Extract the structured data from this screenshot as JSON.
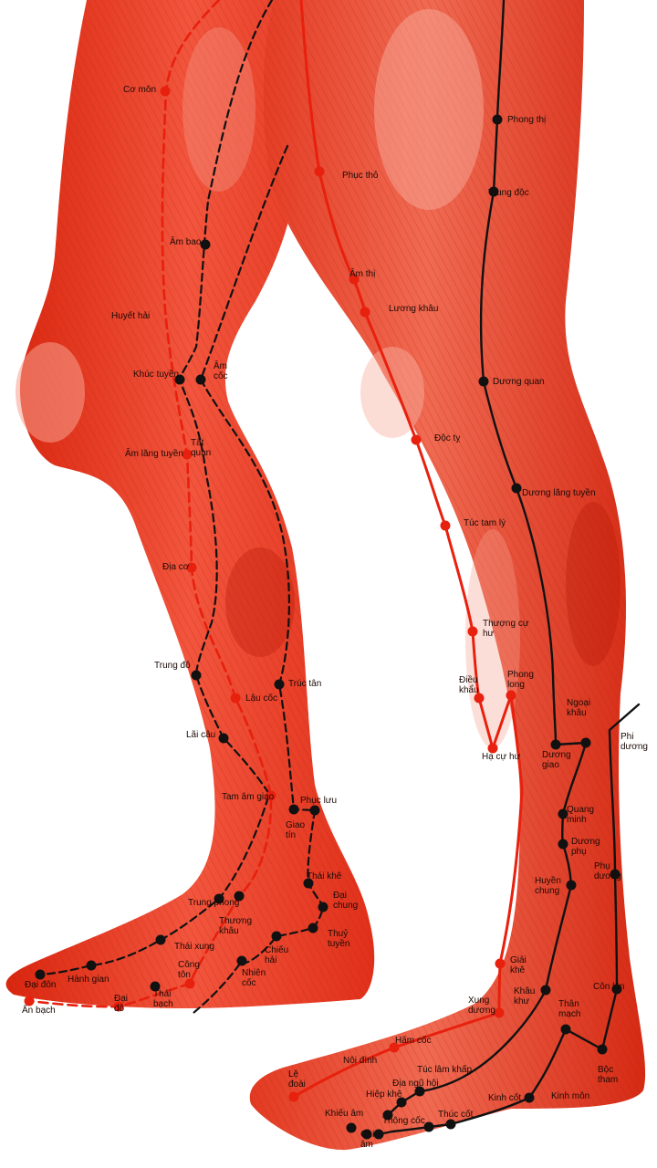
{
  "colors": {
    "background": "#ffffff",
    "leg_fill": "#ee3a24",
    "leg_shadow": "#c5210f",
    "leg_highlight": "#f7a08e",
    "red_meridian": "#e8200e",
    "black_meridian": "#111111"
  },
  "points": {
    "co_mon": "Cơ môn",
    "am_bao": "Âm bao",
    "huyet_hai": "Huyết hải",
    "khuc_tuyen": "Khúc tuyền",
    "am_coc": "Âm cốc",
    "am_lang_tuyen": "Âm lăng tuyền",
    "tat_quan": "Tất quan",
    "dia_co": "Địa cơ",
    "trung_do": "Trung đô",
    "truc_tan": "Trúc tân",
    "lau_coc": "Lậu cốc",
    "lai_cau": "Lãi câu",
    "tam_am_giao": "Tam âm giao",
    "phuc_luu": "Phục lưu",
    "giao_tin": "Giao tín",
    "thai_khe": "Thái khê",
    "dai_chung": "Đại chung",
    "trung_phong": "Trung phong",
    "thuong_khau": "Thương khâu",
    "thuy_tuyen": "Thuỷ tuyền",
    "thai_xung": "Thái xung",
    "chieu_hai": "Chiếu hải",
    "cong_ton": "Công tôn",
    "nhien_coc": "Nhiên cốc",
    "dai_don": "Đại đôn",
    "hanh_gian": "Hành gian",
    "dai_do": "Đại đô",
    "thai_bach": "Thái bạch",
    "an_bach": "Ẩn bạch",
    "phong_thi": "Phong thị",
    "phuc_tho": "Phục thỏ",
    "trung_doc": "Trung độc",
    "am_thi": "Âm thị",
    "luong_khau": "Lương khâu",
    "duong_quan": "Dương quan",
    "doc_ty": "Độc tỵ",
    "duong_lang_tuyen": "Dương lăng tuyền",
    "tuc_tam_ly": "Túc tam lý",
    "thuong_cu_hu": "Thượng cự hư",
    "phong_long": "Phong long",
    "dieu_khau": "Điều khẩu",
    "ngoai_khau": "Ngoại khâu",
    "ha_cu_hu": "Hạ cự hư",
    "duong_giao": "Dương giao",
    "phi_duong": "Phi dương",
    "quang_minh": "Quang minh",
    "duong_phu": "Dương phụ",
    "phu_duong": "Phụ dương",
    "huyen_chung": "Huyền chung",
    "giai_khe": "Giải khê",
    "con_lon": "Côn lôn",
    "xung_duong": "Xung dương",
    "khau_khu": "Khâu khư",
    "than_mach": "Thân mạch",
    "ham_coc": "Hãm cốc",
    "noi_dinh": "Nội đình",
    "le_doai": "Lệ đoài",
    "tuc_lam_khap": "Túc lâm khấp",
    "boc_tham": "Bộc tham",
    "dia_ngu_hoi": "Địa ngũ hội",
    "hiep_khe": "Hiệp khê",
    "kinh_mon": "Kinh môn",
    "kinh_cot": "Kinh cốt",
    "thuc_cot": "Thúc cốt",
    "khieu_am": "Khiếu âm",
    "thong_coc": "Thông cốc",
    "chi_am": "Chí âm"
  }
}
